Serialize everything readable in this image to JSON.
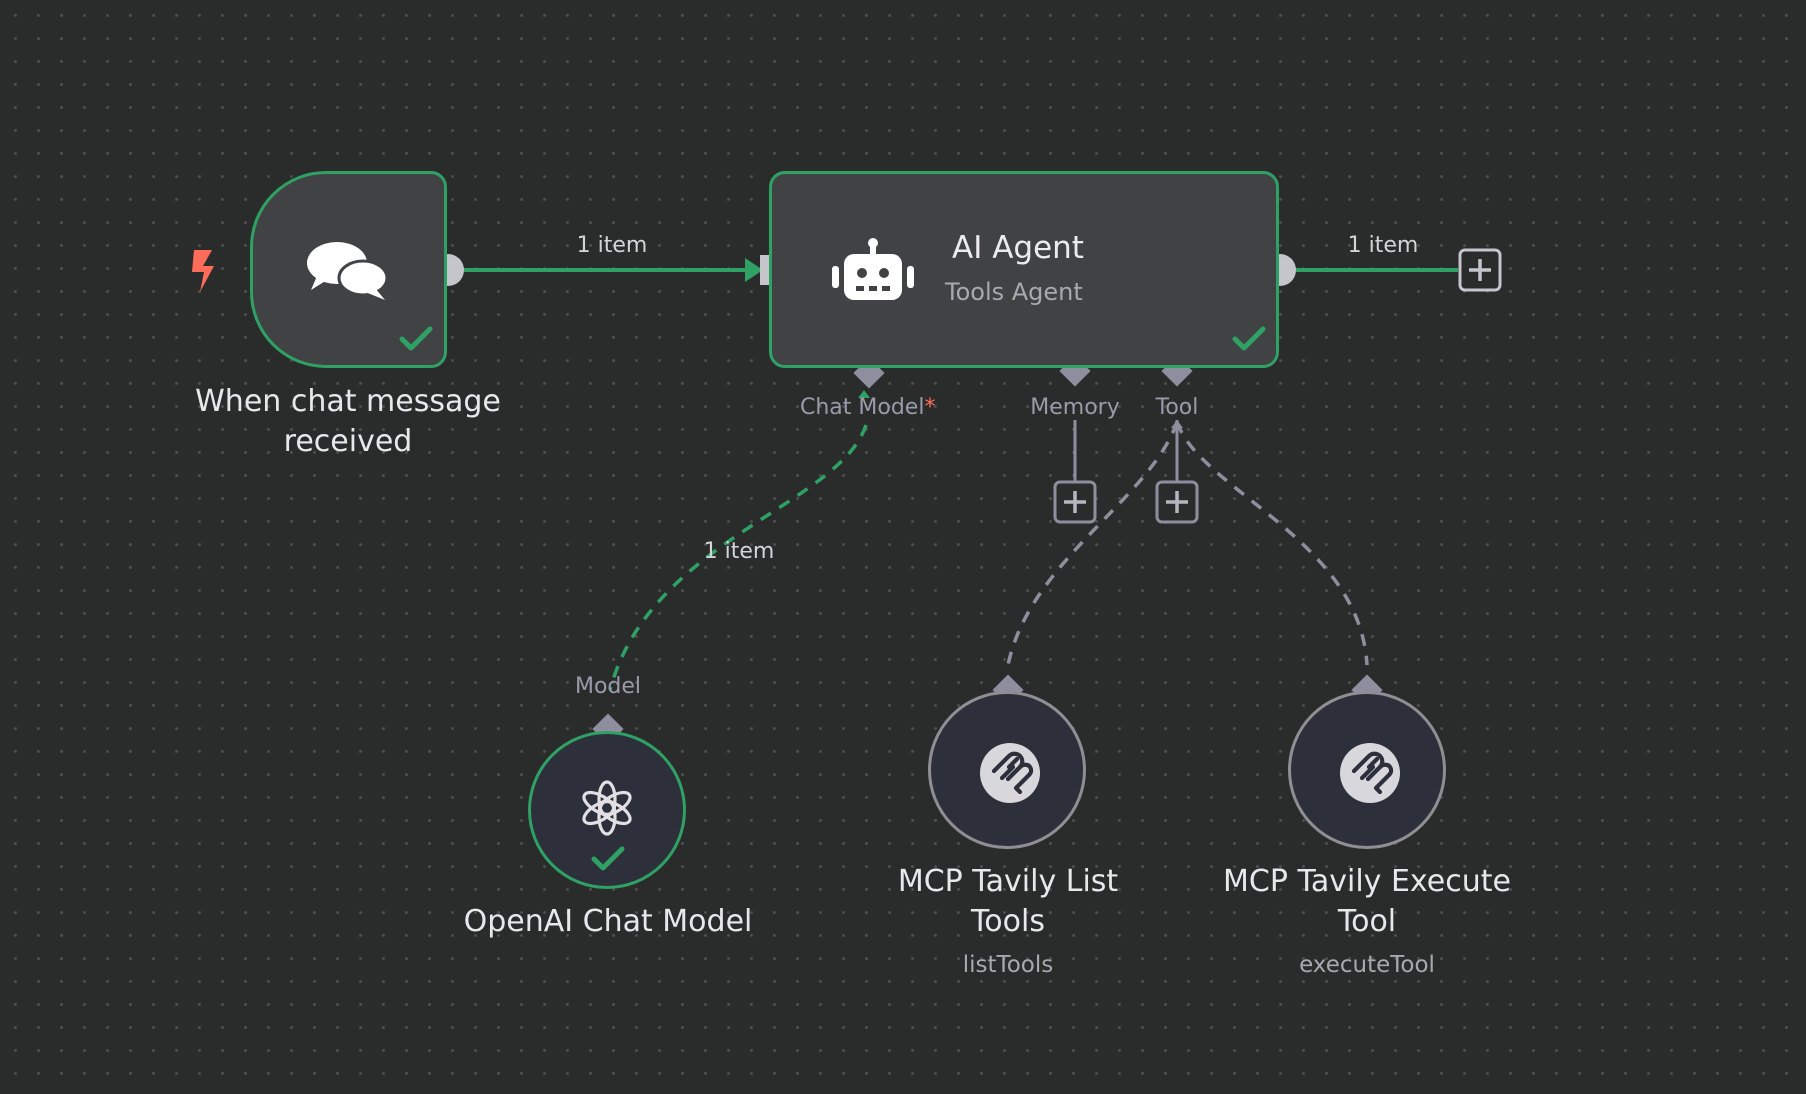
{
  "nodes": {
    "trigger": {
      "title": "When chat message received"
    },
    "agent": {
      "title": "AI Agent",
      "subtitle": "Tools Agent"
    },
    "openai": {
      "title": "OpenAI Chat Model"
    },
    "mcp_list": {
      "title": "MCP Tavily List Tools",
      "subtitle": "listTools"
    },
    "mcp_exec": {
      "title": "MCP Tavily Execute Tool",
      "subtitle": "executeTool"
    }
  },
  "edges": {
    "trigger_to_agent": "1 item",
    "agent_output": "1 item",
    "model_to_agent": "1 item"
  },
  "ports": {
    "chat_model": "Chat Model",
    "chat_model_required": "*",
    "memory": "Memory",
    "tool": "Tool",
    "model": "Model"
  },
  "icons": {
    "trigger": "lightning-icon",
    "chat": "chat-bubbles-icon",
    "agent": "robot-icon",
    "openai": "openai-icon",
    "mcp": "mcp-icon",
    "success": "checkmark-icon",
    "add": "plus-icon"
  },
  "colors": {
    "success": "#2fa164",
    "trigger": "#ff6d5a",
    "node_bg": "#414244",
    "sub_node_bg": "#2d2f3a",
    "connector": "#8e8e9e"
  }
}
